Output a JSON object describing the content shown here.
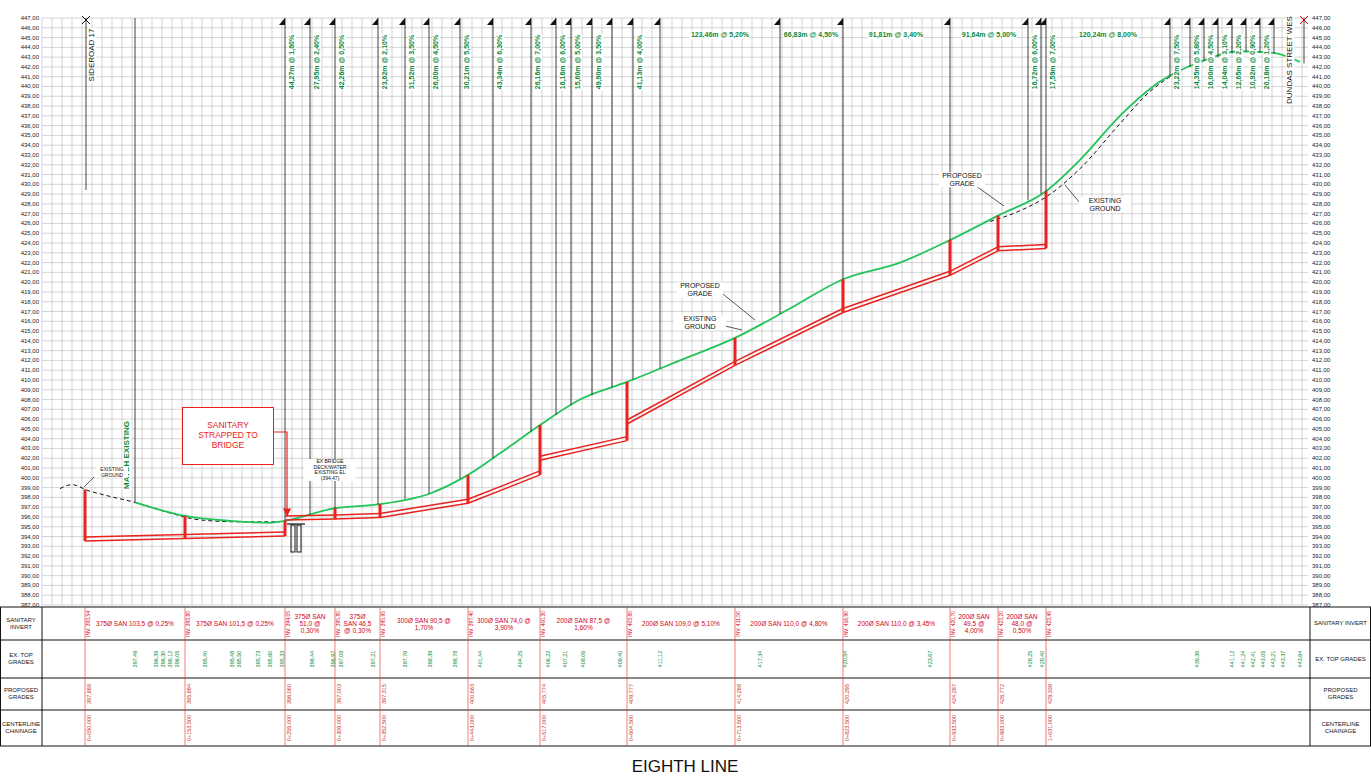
{
  "diagram": {
    "title": "EIGHTH LINE",
    "nodes": [
      {
        "text": [
          "SANITARY STRAPPED TO BRIDGE"
        ]
      },
      {
        "text": [
          "SANITARY INVERT"
        ]
      },
      {
        "text": [
          "SANITARY INVERT"
        ]
      },
      {
        "text": [
          "EX. TOP GRADES"
        ]
      },
      {
        "text": [
          "EX. TOP GRADES"
        ]
      },
      {
        "text": [
          "PROPOSED GRADES"
        ]
      },
      {
        "text": [
          "PROPOSED GRADES"
        ]
      },
      {
        "text": [
          "CENTERLINE CHAINAGE"
        ]
      },
      {
        "text": [
          "CENTERLINE CHAINAGE"
        ]
      }
    ],
    "labels": [
      "447,00",
      "446,00",
      "445,00",
      "444,00",
      "443,00",
      "442,00",
      "441,00",
      "440,00",
      "439,00",
      "438,00",
      "437,00",
      "436,00",
      "435,00",
      "434,00",
      "433,00",
      "432,00",
      "431,00",
      "430,00",
      "429,00",
      "428,00",
      "427,00",
      "426,00",
      "425,00",
      "424,00",
      "423,00",
      "422,00",
      "421,00",
      "420,00",
      "419,00",
      "418,00",
      "417,00",
      "416,00",
      "415,00",
      "414,00",
      "413,00",
      "412,00",
      "411,00",
      "410,00",
      "409,00",
      "408,00",
      "407,00",
      "406,00",
      "405,00",
      "404,00",
      "403,00",
      "402,00",
      "401,00",
      "400,00",
      "399,00",
      "398,00",
      "397,00",
      "396,00",
      "395,00",
      "394,00",
      "393,00",
      "392,00",
      "391,00",
      "390,00",
      "389,00",
      "388,00",
      "387,00",
      "447,00",
      "446,00",
      "445,00",
      "444,00",
      "443,00",
      "442,00",
      "441,00",
      "440,00",
      "439,00",
      "438,00",
      "437,00",
      "436,00",
      "435,00",
      "434,00",
      "433,00",
      "432,00",
      "431,00",
      "430,00",
      "429,00",
      "428,00",
      "427,00",
      "426,00",
      "425,00",
      "424,00",
      "423,00",
      "422,00",
      "421,00",
      "420,00",
      "419,00",
      "418,00",
      "417,00",
      "416,00",
      "415,00",
      "414,00",
      "413,00",
      "412,00",
      "411,00",
      "410,00",
      "409,00",
      "408,00",
      "407,00",
      "406,00",
      "405,00",
      "404,00",
      "403,00",
      "402,00",
      "401,00",
      "400,00",
      "399,00",
      "398,00",
      "397,00",
      "396,00",
      "395,00",
      "394,00",
      "393,00",
      "392,00",
      "391,00",
      "390,00",
      "389,00",
      "388,00",
      "387,00",
      "SIDEROAD 17",
      "MATCH EXISTING",
      "DUNDAS STREET WES",
      "44,27m @ 1,60%",
      "27,95m @ 2,40%",
      "42,26m @ 0,50%",
      "23,62m @ 2,10%",
      "31,52m @ 3,50%",
      "26,00m @ 4,50%",
      "30,21m @ 5,50%",
      "43,34m @ 6,30%",
      "26,16m @ 7,00%",
      "16,16m @ 6,00%",
      "15,60m @ 5,00%",
      "49,90m @ 3,50%",
      "41,13m @ 4,00%",
      "123,46m @ 5,20%",
      "66,83m @ 4,50%",
      "91,81m @ 3,40%",
      "91,64m @ 5,00%",
      "16,72m @ 6,00%",
      "17,59m @ 7,00%",
      "120,24m @ 8,00%",
      "23,22m @ 7,50%",
      "14,35m @ 5,80%",
      "16,00m @ 4,50%",
      "14,04m @ 3,10%",
      "12,65m @ 2,20%",
      "10,92m @ 0,90%",
      "20,18m @ 1,20%",
      "EXISTING GROUND",
      "PROPOSED GRADE",
      "EXISTING GROUND",
      "PROPOSED GRADE",
      "EXISTING GROUND",
      "EX BRIDGE DECK/WATER EXISTING EL (394,47)",
      "375Ø SAN 103,5 @ 0,25%",
      "375Ø SAN 101,5 @ 0,25%",
      "375Ø SAN 51,0 @ 0,30%",
      "375Ø SAN 46,5 @ 0,30%",
      "300Ø SAN 90,5 @ 1,70%",
      "300Ø SAN 74,0 @ 3,90%",
      "200Ø SAN 87,5 @ 1,60%",
      "200Ø SAN 109,0 @ 5,10%",
      "200Ø SAN 110,0 @ 4,80%",
      "200Ø SAN 110,0 @ 3,45%",
      "200Ø SAN 49,5 @ 4,00%",
      "200Ø SAN 48,0 @ 0,50%",
      "INV. 393,54",
      "INV. 393,80",
      "INV. 394,05",
      "INV. 395,80",
      "INV. 395,95",
      "INV. 397,40",
      "INV. 400,30",
      "INV. 403,80",
      "INV. 411,50",
      "INV. 416,90",
      "INV. 420,70",
      "INV. 423,20",
      "INV. 423,45",
      "397,49",
      "396,39",
      "396,30",
      "396,12",
      "396,05",
      "395,40",
      "395,48",
      "395,50",
      "395,73",
      "395,60",
      "395,33",
      "396,44",
      "396,97",
      "397,08",
      "397,21",
      "397,76",
      "398,39",
      "398,78",
      "401,44",
      "404,25",
      "406,22",
      "407,21",
      "408,06",
      "409,40",
      "411,12",
      "417,34",
      "420,54",
      "423,67",
      "428,25",
      "429,40",
      "439,36",
      "441,12",
      "441,24",
      "442,41",
      "443,05",
      "443,21",
      "443,37",
      "443,64",
      "397,888",
      "395,884",
      "396,060",
      "397,003",
      "397,315",
      "400,683",
      "405,774",
      "409,777",
      "414,268",
      "420,295",
      "424,287",
      "426,772",
      "429,339",
      "0+050,000",
      "0+153,500",
      "0+255,000",
      "0+306,000",
      "0+352,500",
      "0+443,000",
      "0+517,000",
      "0+604,500",
      "0+713,500",
      "0+823,500",
      "0+933,500",
      "0+983,000",
      "1+031,000"
    ]
  }
}
